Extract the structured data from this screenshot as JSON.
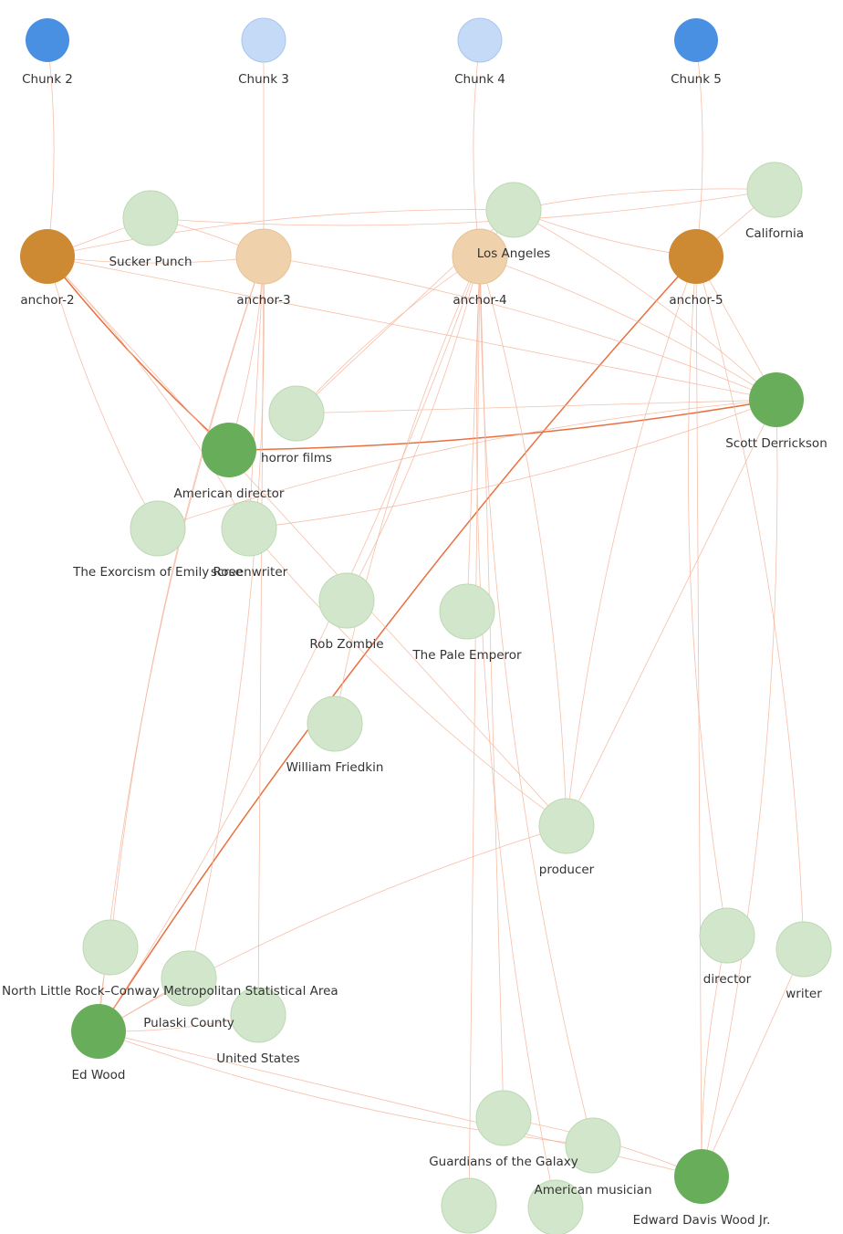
{
  "colors": {
    "chunk": "#4a90e2",
    "chunk_faded": "#c5daf6",
    "anchor": "#cd8a32",
    "anchor_faded": "#efd2ac",
    "entity": "#68ad5a",
    "entity_faded": "#d2e6cb",
    "edge": "#f4b49a",
    "edge_strong": "#e8703f",
    "label": "#333333"
  },
  "nodes": [
    {
      "id": "chunk-2",
      "label": "Chunk 2",
      "kind": "chunk"
    },
    {
      "id": "chunk-3",
      "label": "Chunk 3",
      "kind": "chunk",
      "faded": true
    },
    {
      "id": "chunk-4",
      "label": "Chunk 4",
      "kind": "chunk",
      "faded": true
    },
    {
      "id": "chunk-5",
      "label": "Chunk 5",
      "kind": "chunk"
    },
    {
      "id": "anchor-2",
      "label": "anchor-2",
      "kind": "anchor"
    },
    {
      "id": "anchor-3",
      "label": "anchor-3",
      "kind": "anchor",
      "faded": true
    },
    {
      "id": "anchor-4",
      "label": "anchor-4",
      "kind": "anchor",
      "faded": true
    },
    {
      "id": "anchor-5",
      "label": "anchor-5",
      "kind": "anchor"
    },
    {
      "id": "sucker-punch",
      "label": "Sucker Punch",
      "kind": "entity",
      "faded": true
    },
    {
      "id": "los-angeles",
      "label": "Los Angeles",
      "kind": "entity",
      "faded": true
    },
    {
      "id": "california",
      "label": "California",
      "kind": "entity",
      "faded": true
    },
    {
      "id": "scott-derrickson",
      "label": "Scott Derrickson",
      "kind": "entity"
    },
    {
      "id": "horror-films",
      "label": "horror films",
      "kind": "entity",
      "faded": true
    },
    {
      "id": "american-director",
      "label": "American director",
      "kind": "entity"
    },
    {
      "id": "exorcism",
      "label": "The Exorcism of Emily Rose",
      "kind": "entity",
      "faded": true
    },
    {
      "id": "screenwriter",
      "label": "screenwriter",
      "kind": "entity",
      "faded": true
    },
    {
      "id": "rob-zombie",
      "label": "Rob Zombie",
      "kind": "entity",
      "faded": true
    },
    {
      "id": "pale-emperor",
      "label": "The Pale Emperor",
      "kind": "entity",
      "faded": true
    },
    {
      "id": "william-friedkin",
      "label": "William Friedkin",
      "kind": "entity",
      "faded": true
    },
    {
      "id": "producer",
      "label": "producer",
      "kind": "entity",
      "faded": true
    },
    {
      "id": "director",
      "label": "director",
      "kind": "entity",
      "faded": true
    },
    {
      "id": "writer",
      "label": "writer",
      "kind": "entity",
      "faded": true
    },
    {
      "id": "nlr-msa",
      "label": "North Little Rock–Conway Metropolitan Statistical Area",
      "kind": "entity",
      "faded": true
    },
    {
      "id": "pulaski-county",
      "label": "Pulaski County",
      "kind": "entity",
      "faded": true
    },
    {
      "id": "united-states",
      "label": "United States",
      "kind": "entity",
      "faded": true
    },
    {
      "id": "ed-wood",
      "label": "Ed Wood",
      "kind": "entity"
    },
    {
      "id": "guardians",
      "label": "Guardians of the Galaxy",
      "kind": "entity",
      "faded": true
    },
    {
      "id": "american-musician",
      "label": "American musician",
      "kind": "entity",
      "faded": true
    },
    {
      "id": "edward-davis-wood",
      "label": "Edward Davis Wood Jr.",
      "kind": "entity"
    },
    {
      "id": "unlabeled-1",
      "label": "",
      "kind": "entity",
      "faded": true
    },
    {
      "id": "unlabeled-2",
      "label": "",
      "kind": "entity",
      "faded": true
    }
  ],
  "edges": [
    {
      "source": "chunk-2",
      "target": "anchor-2"
    },
    {
      "source": "chunk-3",
      "target": "anchor-3"
    },
    {
      "source": "chunk-4",
      "target": "anchor-4"
    },
    {
      "source": "chunk-5",
      "target": "anchor-5"
    },
    {
      "source": "anchor-2",
      "target": "american-director",
      "strong": true
    },
    {
      "source": "american-director",
      "target": "scott-derrickson",
      "strong": true
    },
    {
      "source": "anchor-5",
      "target": "ed-wood",
      "strong": true
    },
    {
      "source": "anchor-2",
      "target": "sucker-punch"
    },
    {
      "source": "anchor-2",
      "target": "anchor-3"
    },
    {
      "source": "anchor-2",
      "target": "los-angeles"
    },
    {
      "source": "anchor-2",
      "target": "scott-derrickson"
    },
    {
      "source": "anchor-2",
      "target": "exorcism"
    },
    {
      "source": "anchor-2",
      "target": "screenwriter"
    },
    {
      "source": "anchor-2",
      "target": "producer"
    },
    {
      "source": "anchor-3",
      "target": "sucker-punch"
    },
    {
      "source": "anchor-3",
      "target": "american-director"
    },
    {
      "source": "anchor-3",
      "target": "screenwriter"
    },
    {
      "source": "anchor-3",
      "target": "ed-wood"
    },
    {
      "source": "anchor-3",
      "target": "pulaski-county"
    },
    {
      "source": "anchor-3",
      "target": "united-states"
    },
    {
      "source": "anchor-3",
      "target": "nlr-msa"
    },
    {
      "source": "anchor-3",
      "target": "scott-derrickson"
    },
    {
      "source": "anchor-4",
      "target": "los-angeles"
    },
    {
      "source": "anchor-4",
      "target": "horror-films"
    },
    {
      "source": "anchor-4",
      "target": "rob-zombie"
    },
    {
      "source": "anchor-4",
      "target": "pale-emperor"
    },
    {
      "source": "anchor-4",
      "target": "william-friedkin"
    },
    {
      "source": "anchor-4",
      "target": "producer"
    },
    {
      "source": "anchor-4",
      "target": "guardians"
    },
    {
      "source": "anchor-4",
      "target": "american-musician"
    },
    {
      "source": "anchor-4",
      "target": "scott-derrickson"
    },
    {
      "source": "anchor-4",
      "target": "unlabeled-1"
    },
    {
      "source": "anchor-4",
      "target": "unlabeled-2"
    },
    {
      "source": "anchor-4",
      "target": "ed-wood"
    },
    {
      "source": "anchor-5",
      "target": "scott-derrickson"
    },
    {
      "source": "anchor-5",
      "target": "director"
    },
    {
      "source": "anchor-5",
      "target": "writer"
    },
    {
      "source": "anchor-5",
      "target": "edward-davis-wood"
    },
    {
      "source": "anchor-5",
      "target": "producer"
    },
    {
      "source": "anchor-5",
      "target": "los-angeles"
    },
    {
      "source": "anchor-5",
      "target": "california"
    },
    {
      "source": "sucker-punch",
      "target": "california"
    },
    {
      "source": "los-angeles",
      "target": "california"
    },
    {
      "source": "scott-derrickson",
      "target": "horror-films"
    },
    {
      "source": "scott-derrickson",
      "target": "exorcism"
    },
    {
      "source": "scott-derrickson",
      "target": "screenwriter"
    },
    {
      "source": "scott-derrickson",
      "target": "producer"
    },
    {
      "source": "scott-derrickson",
      "target": "los-angeles"
    },
    {
      "source": "scott-derrickson",
      "target": "edward-davis-wood"
    },
    {
      "source": "horror-films",
      "target": "los-angeles"
    },
    {
      "source": "screenwriter",
      "target": "producer"
    },
    {
      "source": "ed-wood",
      "target": "nlr-msa"
    },
    {
      "source": "ed-wood",
      "target": "pulaski-county"
    },
    {
      "source": "ed-wood",
      "target": "united-states"
    },
    {
      "source": "ed-wood",
      "target": "producer"
    },
    {
      "source": "ed-wood",
      "target": "edward-davis-wood"
    },
    {
      "source": "ed-wood",
      "target": "american-musician"
    },
    {
      "source": "edward-davis-wood",
      "target": "director"
    },
    {
      "source": "edward-davis-wood",
      "target": "writer"
    },
    {
      "source": "edward-davis-wood",
      "target": "guardians"
    }
  ]
}
